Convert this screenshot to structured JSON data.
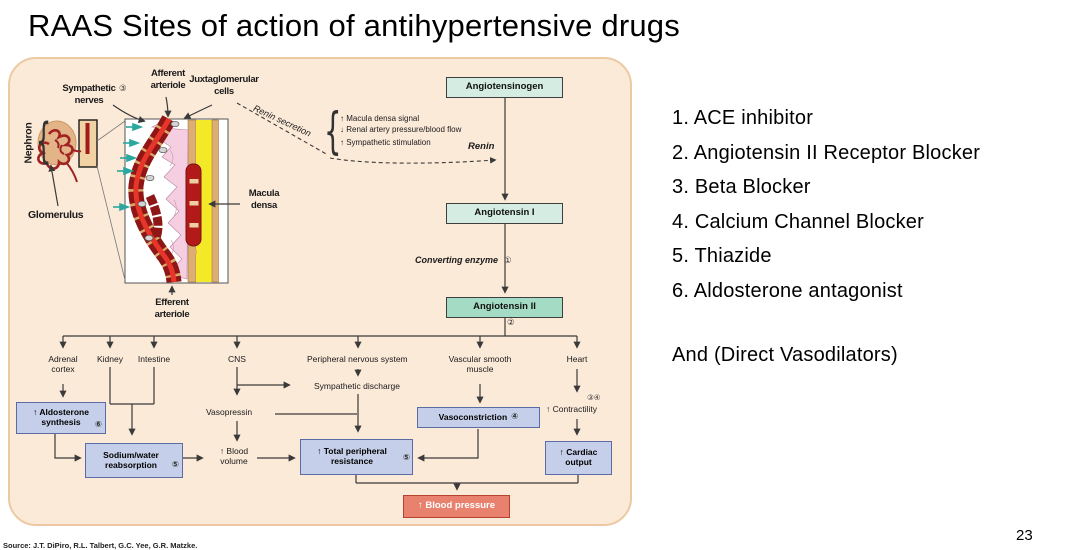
{
  "slide": {
    "title": "RAAS Sites of action of antihypertensive drugs",
    "page_number": "23",
    "source_credit": "Source: J.T. DiPiro, R.L. Talbert, G.C. Yee, G.R. Matzke."
  },
  "drug_list": {
    "items": [
      "1. ACE inhibitor",
      "2. Angiotensin II Receptor Blocker",
      "3. Beta Blocker",
      "4. Calcium Channel Blocker",
      "5. Thiazide",
      "6. Aldosterone antagonist"
    ],
    "note": "And (Direct Vasodilators)"
  },
  "diagram": {
    "anatomy": {
      "nephron": "Nephron",
      "glomerulus": "Glomerulus",
      "sympathetic_nerves": "Sympathetic nerves",
      "sympathetic_nerves_marker": "③",
      "afferent_arteriole": "Afferent arteriole",
      "juxtaglomerular_cells": "Juxtaglomerular cells",
      "macula_densa": "Macula densa",
      "efferent_arteriole": "Efferent arteriole"
    },
    "renin_cascade": {
      "renin_secretion": "Renin secretion",
      "stimuli": [
        "↑ Macula densa signal",
        "↓ Renal artery pressure/blood flow",
        "↑ Sympathetic stimulation"
      ],
      "renin": "Renin",
      "angiotensinogen": "Angiotensinogen",
      "angiotensin_i": "Angiotensin I",
      "converting_enzyme": "Converting enzyme",
      "converting_enzyme_marker": "①",
      "angiotensin_ii": "Angiotensin II",
      "angiotensin_ii_marker": "②"
    },
    "targets": {
      "adrenal_cortex": "Adrenal cortex",
      "kidney": "Kidney",
      "intestine": "Intestine",
      "cns": "CNS",
      "peripheral_nervous_system": "Peripheral nervous system",
      "vascular_smooth_muscle": "Vascular smooth muscle",
      "heart": "Heart"
    },
    "effects": {
      "aldosterone_synthesis": "↑ Aldosterone synthesis",
      "aldosterone_marker": "⑥",
      "sodium_water_reabsorption": "Sodium/water reabsorption",
      "sodium_water_marker": "⑤",
      "vasopressin": "Vasopressin",
      "blood_volume": "↑ Blood volume",
      "sympathetic_discharge": "Sympathetic discharge",
      "vasoconstriction": "Vasoconstriction",
      "vasoconstriction_marker": "④",
      "total_peripheral_resistance": "↑ Total peripheral resistance",
      "tpr_marker": "⑤",
      "contractility": "↑ Contractility",
      "contractility_marker": "③④",
      "cardiac_output": "↑ Cardiac output",
      "blood_pressure": "↑ Blood pressure"
    },
    "glyphs": {
      "brace": "{"
    },
    "colors": {
      "panel_bg": "#fcead9",
      "panel_border": "#ecc9a3",
      "substrate_box": "#d4ece1",
      "angiotensin_ii_box": "#a4dbc4",
      "effect_box": "#c6cfe9",
      "effect_box_border": "#5b6ba5",
      "blood_pressure_box": "#e8826e",
      "nerve_arrow_teal": "#2aa79e",
      "vessel_dark_red": "#8e1616",
      "macula_yellow": "#f4e929"
    }
  }
}
